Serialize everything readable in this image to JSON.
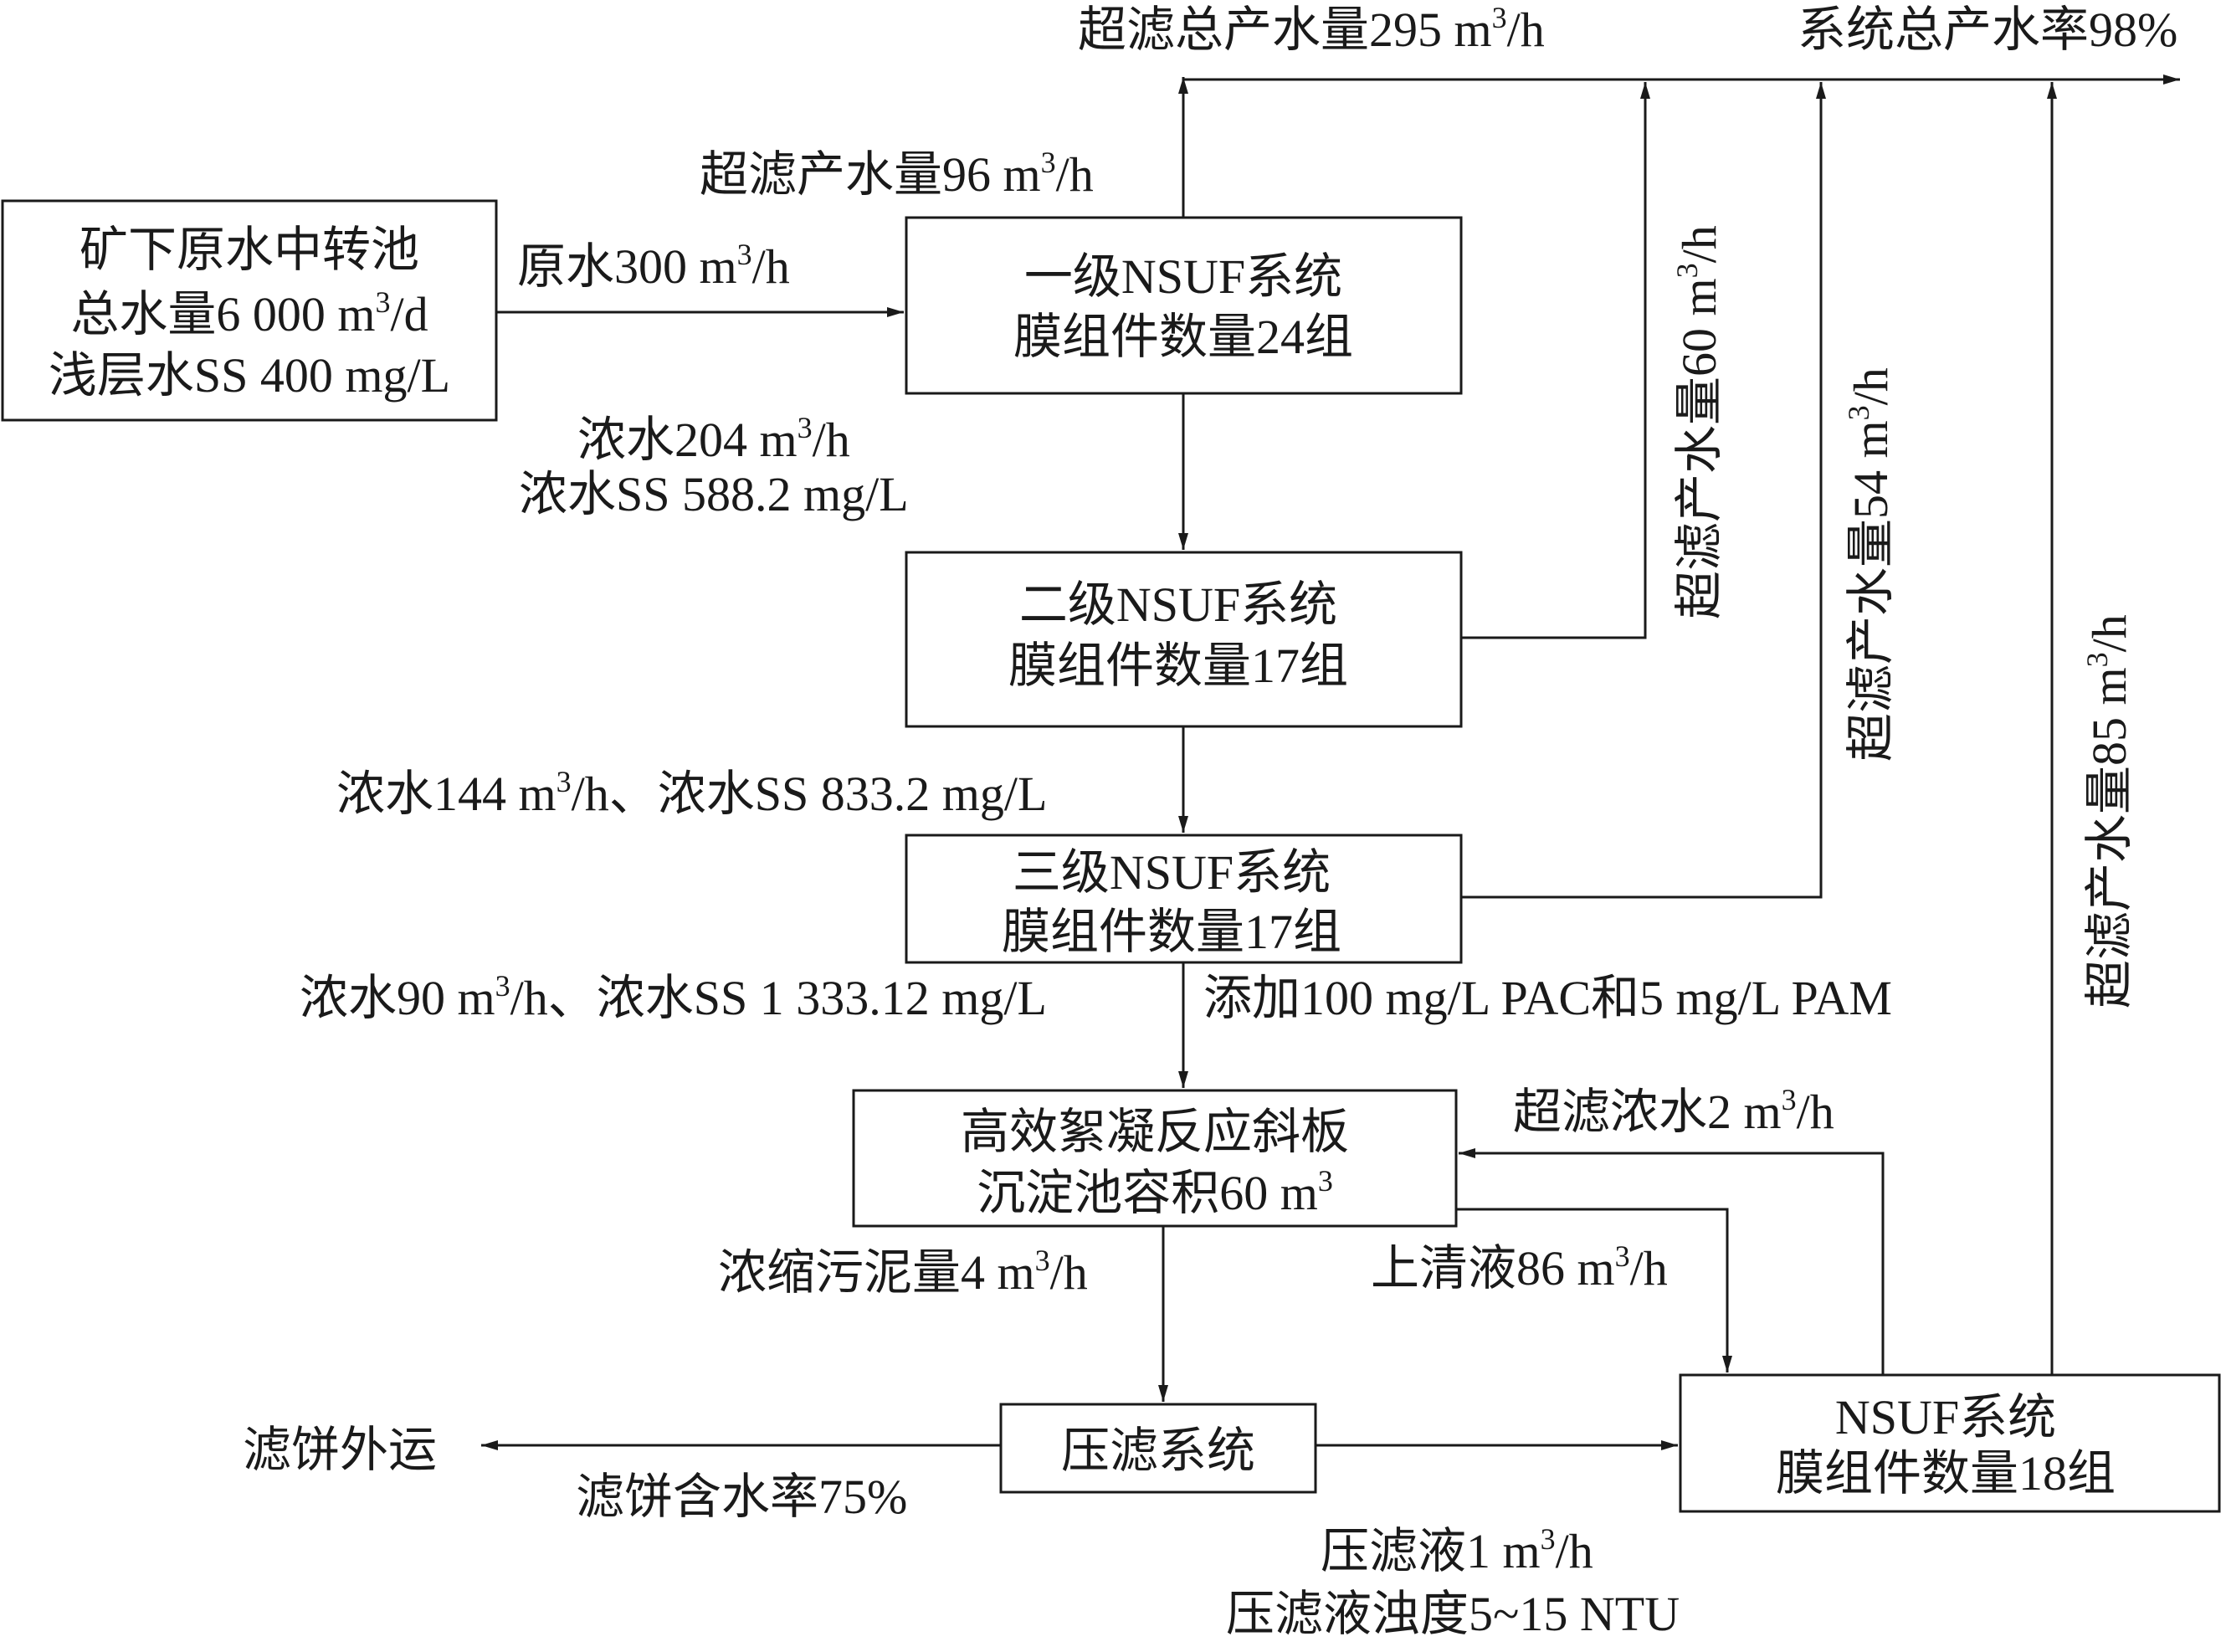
{
  "colors": {
    "ink": "#1a1a1a",
    "background": "#ffffff"
  },
  "boxes": {
    "mine_tank": {
      "line1": "矿下原水中转池",
      "line2_pre": "总水量6 000 m",
      "line2_sup": "3",
      "line2_post": "/d",
      "line3": "浅层水SS 400 mg/L"
    },
    "nsuf1": {
      "line1": "一级NSUF系统",
      "line2": "膜组件数量24组"
    },
    "nsuf2": {
      "line1": "二级NSUF系统",
      "line2": "膜组件数量17组"
    },
    "nsuf3": {
      "line1": "三级NSUF系统",
      "line2": "膜组件数量17组"
    },
    "settler": {
      "line1": "高效絮凝反应斜板",
      "line2_pre": "沉淀池容积60 m",
      "line2_sup": "3"
    },
    "press": {
      "line1": "压滤系统"
    },
    "nsuf4": {
      "line1": "NSUF系统",
      "line2": "膜组件数量18组"
    }
  },
  "labels": {
    "uf_total": {
      "pre": "超滤总产水量295 m",
      "sup": "3",
      "post": "/h"
    },
    "system_rate": {
      "text": "系统总产水率98%"
    },
    "uf1_output": {
      "pre": "超滤产水量96 m",
      "sup": "3",
      "post": "/h"
    },
    "raw_water": {
      "pre": "原水300 m",
      "sup": "3",
      "post": "/h"
    },
    "conc1_flow": {
      "pre": "浓水204 m",
      "sup": "3",
      "post": "/h"
    },
    "conc1_ss": {
      "text": "浓水SS 588.2 mg/L"
    },
    "conc2": {
      "pre": "浓水144 m",
      "sup": "3",
      "post": "/h、浓水SS 833.2 mg/L"
    },
    "conc3": {
      "pre": "浓水90 m",
      "sup": "3",
      "post": "/h、浓水SS 1 333.12 mg/L"
    },
    "additive": {
      "text": "添加100 mg/L PAC和5 mg/L PAM"
    },
    "uf_conc_return": {
      "pre": "超滤浓水2 m",
      "sup": "3",
      "post": "/h"
    },
    "sludge": {
      "pre": "浓缩污泥量4 m",
      "sup": "3",
      "post": "/h"
    },
    "supernatant": {
      "pre": "上清液86 m",
      "sup": "3",
      "post": "/h"
    },
    "cake_out": {
      "text": "滤饼外运"
    },
    "cake_moisture": {
      "text": "滤饼含水率75%"
    },
    "filtrate_flow": {
      "pre": "压滤液1 m",
      "sup": "3",
      "post": "/h"
    },
    "filtrate_turbidity": {
      "text": "压滤液浊度5~15 NTU"
    },
    "uf2_output": {
      "pre": "超滤产水量60 m",
      "sup": "3",
      "post": "/h"
    },
    "uf3_output": {
      "pre": "超滤产水量54 m",
      "sup": "3",
      "post": "/h"
    },
    "uf4_output": {
      "pre": "超滤产水量85 m",
      "sup": "3",
      "post": "/h"
    }
  }
}
